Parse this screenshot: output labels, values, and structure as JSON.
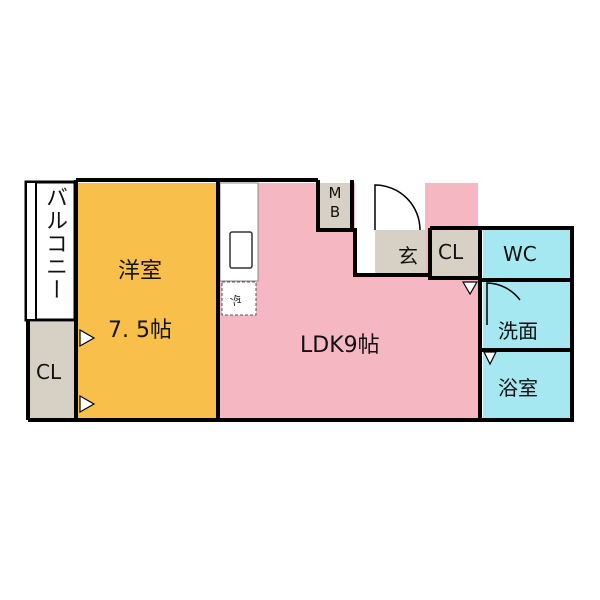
{
  "rooms": {
    "balcony": "バルコニー",
    "western_room": "洋室",
    "western_room_size": "7. 5帖",
    "closet_left": "CL",
    "ldk": "LDK9帖",
    "mb": "MB",
    "entrance": "玄",
    "closet_right": "CL",
    "wc": "WC",
    "washroom": "洗面",
    "bathroom": "浴室",
    "fridge": "冷"
  },
  "colors": {
    "western_room": "#f8c04a",
    "ldk": "#f5b8c3",
    "wet_area": "#a6e8f2",
    "closet": "#d6d1c4",
    "wall": "#000000"
  }
}
